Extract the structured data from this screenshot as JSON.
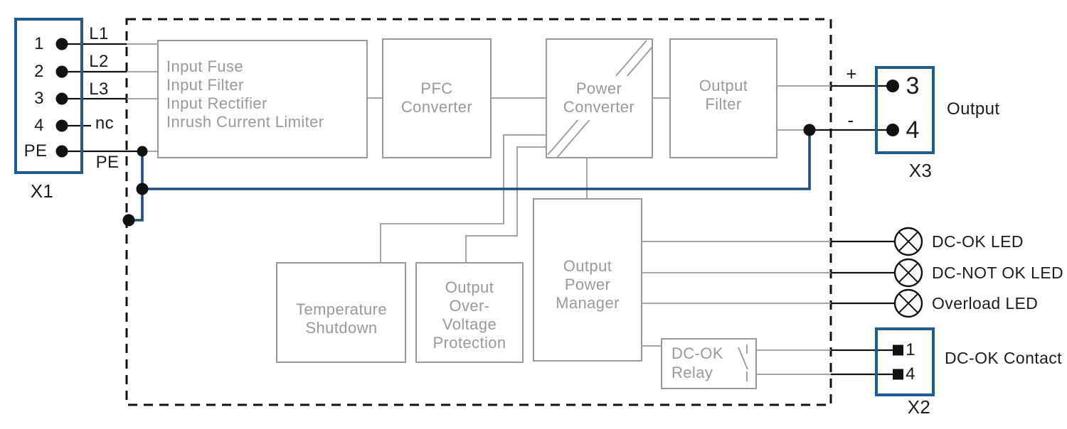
{
  "colors": {
    "connector_outline_blue": "#1e5a96",
    "pe_wire_blue": "#1f4e79",
    "internal_line_gray": "#9a9a9a",
    "external_line_black": "#111111"
  },
  "input_connector": {
    "label": "X1",
    "pins": [
      {
        "id": "1",
        "wire": "L1"
      },
      {
        "id": "2",
        "wire": "L2"
      },
      {
        "id": "3",
        "wire": "L3"
      },
      {
        "id": "4",
        "wire": "nc"
      },
      {
        "id": "PE",
        "wire": "PE"
      }
    ]
  },
  "blocks": {
    "input_stage": "Input Fuse\nInput Filter\nInput Rectifier\nInrush Current Limiter",
    "pfc_converter": "PFC\nConverter",
    "power_converter": "Power\nConverter",
    "output_filter": "Output\nFilter",
    "temperature_shutdown": "Temperature\nShutdown",
    "output_over_voltage_protection": "Output\nOver-\nVoltage\nProtection",
    "output_power_manager": "Output\nPower\nManager",
    "dc_ok_relay": "DC-OK\nRelay"
  },
  "output_connector": {
    "label": "X3",
    "caption": "Output",
    "plus": "+",
    "minus": "-",
    "pins": [
      {
        "id": "3"
      },
      {
        "id": "4"
      }
    ]
  },
  "leds": [
    {
      "label": "DC-OK LED"
    },
    {
      "label": "DC-NOT OK LED"
    },
    {
      "label": "Overload LED"
    }
  ],
  "signal_connector": {
    "label": "X2",
    "caption": "DC-OK Contact",
    "pins": [
      {
        "id": "1"
      },
      {
        "id": "4"
      }
    ]
  }
}
